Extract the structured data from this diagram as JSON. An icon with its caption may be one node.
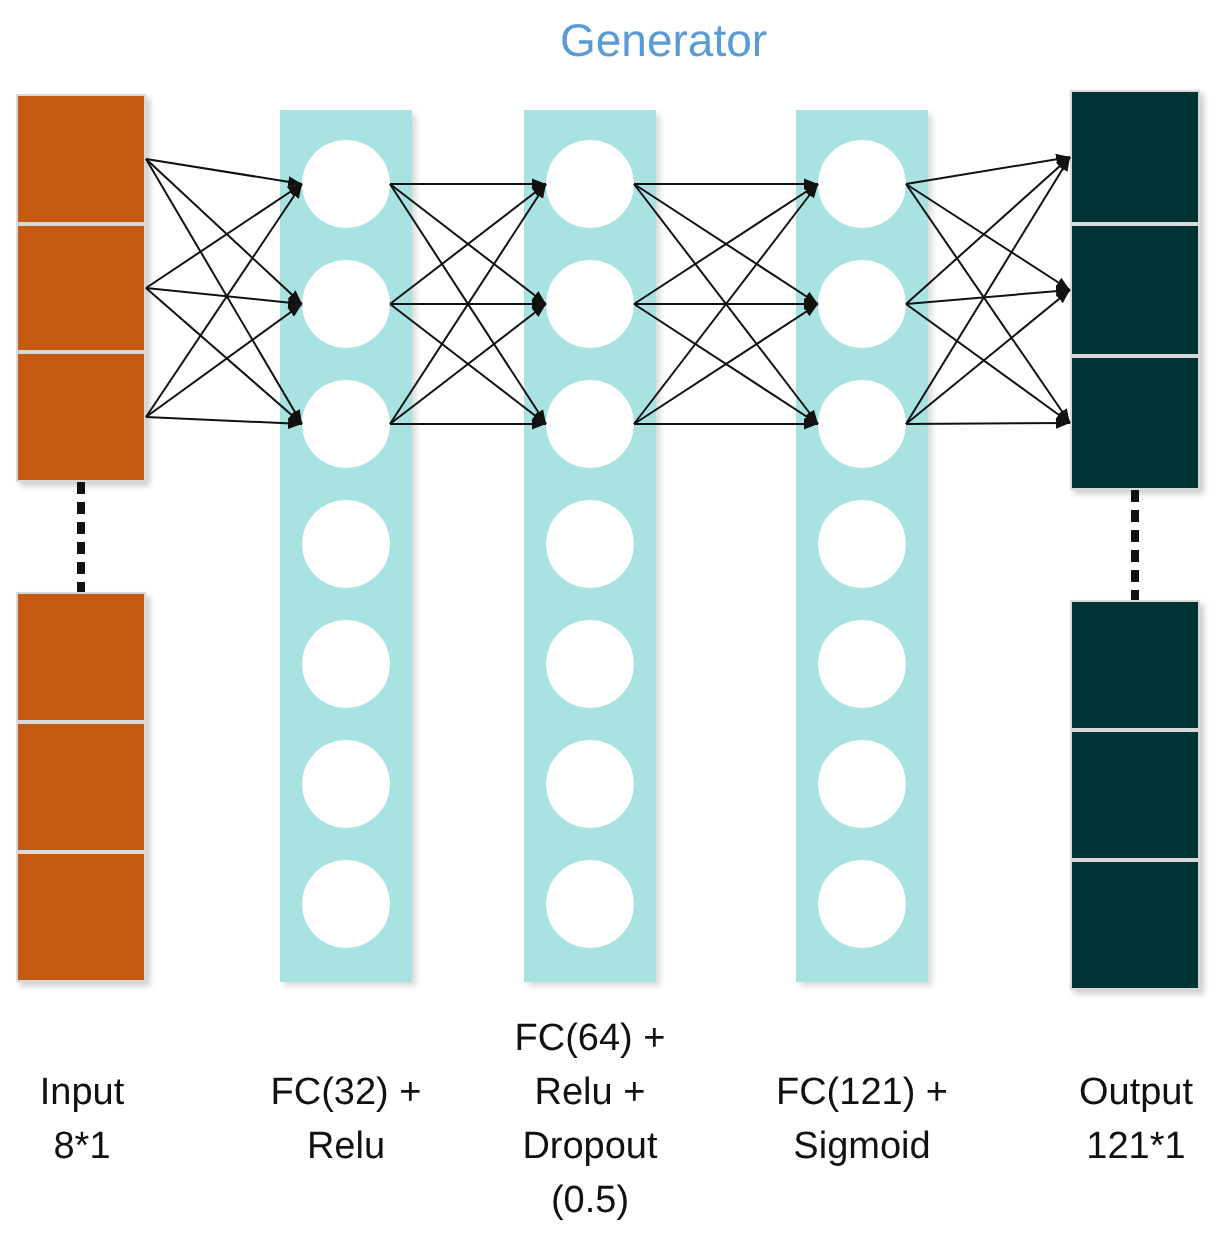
{
  "diagram": {
    "title": "Generator",
    "nodes": [
      {
        "text": [],
        "shape": "box"
      },
      {
        "text": [],
        "shape": "box",
        "in": 0
      },
      {
        "text": [],
        "shape": "box",
        "in": 0
      },
      {
        "text": [],
        "shape": "box",
        "in": 0
      },
      {
        "text": [],
        "shape": "box"
      },
      {
        "text": [],
        "shape": "box",
        "in": 4
      },
      {
        "text": [],
        "shape": "box",
        "in": 4
      },
      {
        "text": [],
        "shape": "box",
        "in": 4
      },
      {
        "text": [],
        "shape": "bar"
      },
      {
        "text": [],
        "shape": "circle",
        "in": 8
      },
      {
        "text": [],
        "shape": "circle",
        "in": 8
      },
      {
        "text": [],
        "shape": "circle",
        "in": 8
      },
      {
        "text": [],
        "shape": "circle",
        "in": 8
      },
      {
        "text": [],
        "shape": "circle",
        "in": 8
      },
      {
        "text": [],
        "shape": "circle",
        "in": 8
      },
      {
        "text": [],
        "shape": "circle",
        "in": 8
      },
      {
        "text": [],
        "shape": "bar"
      },
      {
        "text": [],
        "shape": "circle",
        "in": 16
      },
      {
        "text": [],
        "shape": "circle",
        "in": 16
      },
      {
        "text": [],
        "shape": "circle",
        "in": 16
      },
      {
        "text": [],
        "shape": "circle",
        "in": 16
      },
      {
        "text": [],
        "shape": "circle",
        "in": 16
      },
      {
        "text": [],
        "shape": "circle",
        "in": 16
      },
      {
        "text": [],
        "shape": "circle",
        "in": 16
      },
      {
        "text": [],
        "shape": "bar"
      },
      {
        "text": [],
        "shape": "circle",
        "in": 24
      },
      {
        "text": [],
        "shape": "circle",
        "in": 24
      },
      {
        "text": [],
        "shape": "circle",
        "in": 24
      },
      {
        "text": [],
        "shape": "circle",
        "in": 24
      },
      {
        "text": [],
        "shape": "circle",
        "in": 24
      },
      {
        "text": [],
        "shape": "circle",
        "in": 24
      },
      {
        "text": [],
        "shape": "circle",
        "in": 24
      },
      {
        "text": [],
        "shape": "box"
      },
      {
        "text": [],
        "shape": "box",
        "in": 32
      },
      {
        "text": [],
        "shape": "box",
        "in": 32
      },
      {
        "text": [],
        "shape": "box",
        "in": 32
      },
      {
        "text": [],
        "shape": "box"
      },
      {
        "text": [],
        "shape": "box",
        "in": 36
      },
      {
        "text": [],
        "shape": "box",
        "in": 36
      },
      {
        "text": [],
        "shape": "box",
        "in": 36
      }
    ],
    "edges": [
      {
        "from": 0,
        "to": 4,
        "arrow": "none",
        "style": "dashed"
      },
      {
        "from": 1,
        "to": 9,
        "arrow": "to"
      },
      {
        "from": 1,
        "to": 10,
        "arrow": "to"
      },
      {
        "from": 1,
        "to": 11,
        "arrow": "to"
      },
      {
        "from": 2,
        "to": 9,
        "arrow": "to"
      },
      {
        "from": 2,
        "to": 10,
        "arrow": "to"
      },
      {
        "from": 2,
        "to": 11,
        "arrow": "to"
      },
      {
        "from": 3,
        "to": 9,
        "arrow": "to"
      },
      {
        "from": 3,
        "to": 10,
        "arrow": "to"
      },
      {
        "from": 3,
        "to": 11,
        "arrow": "to"
      },
      {
        "from": 9,
        "to": 17,
        "arrow": "to"
      },
      {
        "from": 9,
        "to": 18,
        "arrow": "to"
      },
      {
        "from": 9,
        "to": 19,
        "arrow": "to"
      },
      {
        "from": 10,
        "to": 17,
        "arrow": "to"
      },
      {
        "from": 10,
        "to": 18,
        "arrow": "to"
      },
      {
        "from": 10,
        "to": 19,
        "arrow": "to"
      },
      {
        "from": 11,
        "to": 17,
        "arrow": "to"
      },
      {
        "from": 11,
        "to": 18,
        "arrow": "to"
      },
      {
        "from": 11,
        "to": 19,
        "arrow": "to"
      },
      {
        "from": 17,
        "to": 25,
        "arrow": "to"
      },
      {
        "from": 17,
        "to": 26,
        "arrow": "to"
      },
      {
        "from": 17,
        "to": 27,
        "arrow": "to"
      },
      {
        "from": 18,
        "to": 25,
        "arrow": "to"
      },
      {
        "from": 18,
        "to": 26,
        "arrow": "to"
      },
      {
        "from": 18,
        "to": 27,
        "arrow": "to"
      },
      {
        "from": 19,
        "to": 25,
        "arrow": "to"
      },
      {
        "from": 19,
        "to": 26,
        "arrow": "to"
      },
      {
        "from": 19,
        "to": 27,
        "arrow": "to"
      },
      {
        "from": 25,
        "to": 33,
        "arrow": "to"
      },
      {
        "from": 25,
        "to": 34,
        "arrow": "to"
      },
      {
        "from": 25,
        "to": 35,
        "arrow": "to"
      },
      {
        "from": 26,
        "to": 33,
        "arrow": "to"
      },
      {
        "from": 26,
        "to": 34,
        "arrow": "to"
      },
      {
        "from": 26,
        "to": 35,
        "arrow": "to"
      },
      {
        "from": 27,
        "to": 33,
        "arrow": "to"
      },
      {
        "from": 27,
        "to": 34,
        "arrow": "to"
      },
      {
        "from": 27,
        "to": 35,
        "arrow": "to"
      },
      {
        "from": 32,
        "to": 36,
        "arrow": "none",
        "style": "dashed"
      }
    ],
    "labels": [
      "Input 8*1",
      "FC(32) + Relu",
      "FC(64) + Relu + Dropout (0.5)",
      "FC(121) + Sigmoid",
      "Output 121*1"
    ]
  }
}
